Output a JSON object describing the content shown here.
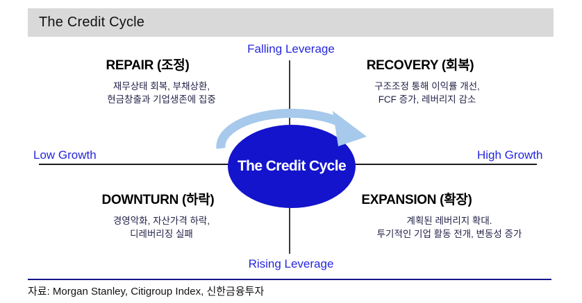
{
  "title": "The Credit Cycle",
  "axes": {
    "top": "Falling Leverage",
    "bottom": "Rising Leverage",
    "left": "Low Growth",
    "right": "High Growth"
  },
  "center": {
    "label": "The Credit Cycle"
  },
  "quadrants": [
    {
      "id": "repair",
      "heading": "REPAIR (조정)",
      "body": "재무상태 회복, 부채상환,\n현금창출과 기업생존에 집중"
    },
    {
      "id": "recovery",
      "heading": "RECOVERY (회복)",
      "body": "구조조정 통해 이익률 개선,\nFCF 증가, 레버리지 감소"
    },
    {
      "id": "downturn",
      "heading": "DOWNTURN (하락)",
      "body": "경영악화, 자산가격 하락,\n디레버리징 실패"
    },
    {
      "id": "expansion",
      "heading": "EXPANSION (확장)",
      "body": "계획된 레버리지 확대.\n투기적인 기업 활동 전개, 변동성 증가"
    }
  ],
  "source": "자료: Morgan Stanley, Citigroup Index, 신한금융투자",
  "icons": {
    "cycle_arrow": "clockwise-arc-arrow"
  },
  "colors": {
    "ellipse": "#1414cc",
    "arc": "#a6c9ec",
    "axis_label": "#2626dd",
    "title_bar": "#d9d9d9",
    "rule": "#15158a",
    "line": "#3a3a3a",
    "body_text": "#1f1f46"
  }
}
